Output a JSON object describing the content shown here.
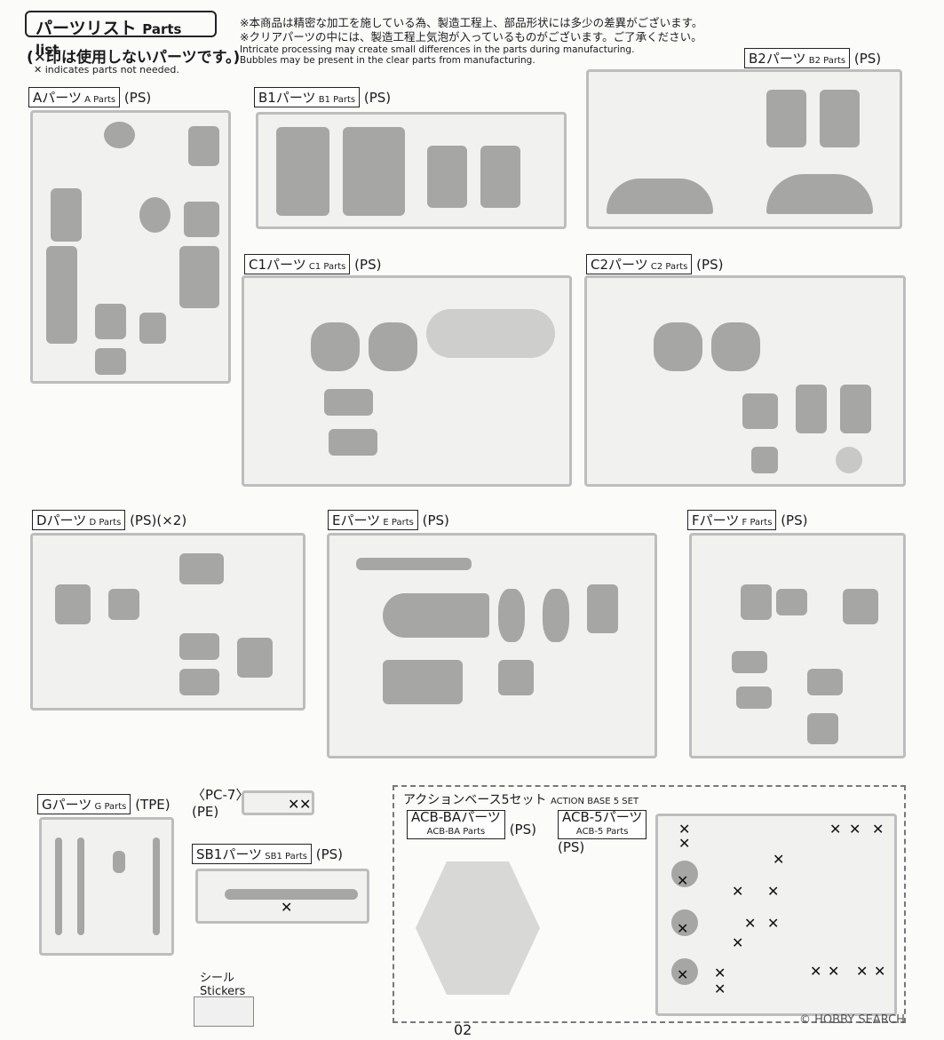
{
  "header": {
    "title_ja": "パーツリスト",
    "title_en": "Parts list",
    "not_needed_ja": "(✕印は使用しないパーツです。)",
    "not_needed_en": "✕ indicates parts not needed."
  },
  "notes": {
    "line1_ja": "※本商品は精密な加工を施している為、製造工程上、部品形状には多少の差異がございます。",
    "line2_ja": "※クリアパーツの中には、製造工程上気泡が入っているものがございます。ご了承ください。",
    "line1_en": "Intricate processing may create small differences in the parts during manufacturing.",
    "line2_en": "Bubbles may be present in the clear parts from manufacturing."
  },
  "sections": {
    "A": {
      "name_ja": "Aパーツ",
      "name_en": "A Parts",
      "material": "(PS)"
    },
    "B1": {
      "name_ja": "B1パーツ",
      "name_en": "B1 Parts",
      "material": "(PS)"
    },
    "B2": {
      "name_ja": "B2パーツ",
      "name_en": "B2 Parts",
      "material": "(PS)"
    },
    "C1": {
      "name_ja": "C1パーツ",
      "name_en": "C1 Parts",
      "material": "(PS)"
    },
    "C2": {
      "name_ja": "C2パーツ",
      "name_en": "C2 Parts",
      "material": "(PS)"
    },
    "D": {
      "name_ja": "Dパーツ",
      "name_en": "D Parts",
      "material": "(PS)(×2)"
    },
    "E": {
      "name_ja": "Eパーツ",
      "name_en": "E Parts",
      "material": "(PS)"
    },
    "F": {
      "name_ja": "Fパーツ",
      "name_en": "F Parts",
      "material": "(PS)"
    },
    "G": {
      "name_ja": "Gパーツ",
      "name_en": "G Parts",
      "material": "(TPE)"
    },
    "PC7": {
      "name": "〈PC-7〉",
      "material": "(PE)"
    },
    "SB1": {
      "name_ja": "SB1パーツ",
      "name_en": "SB1 Parts",
      "material": "(PS)"
    },
    "stickers": {
      "name_ja": "シール",
      "name_en": "Stickers"
    },
    "action_base": {
      "name_ja": "アクションベース5セット",
      "name_en": "ACTION BASE 5 SET"
    },
    "ACB_BA": {
      "name_ja": "ACB-BAパーツ",
      "name_en": "ACB-BA Parts",
      "material": "(PS)"
    },
    "ACB_5": {
      "name_ja": "ACB-5パーツ",
      "name_en": "ACB-5 Parts",
      "material": "(PS)"
    }
  },
  "x_mark": "✕",
  "page_number": "02",
  "watermark": "© HOBBY SEARCH"
}
